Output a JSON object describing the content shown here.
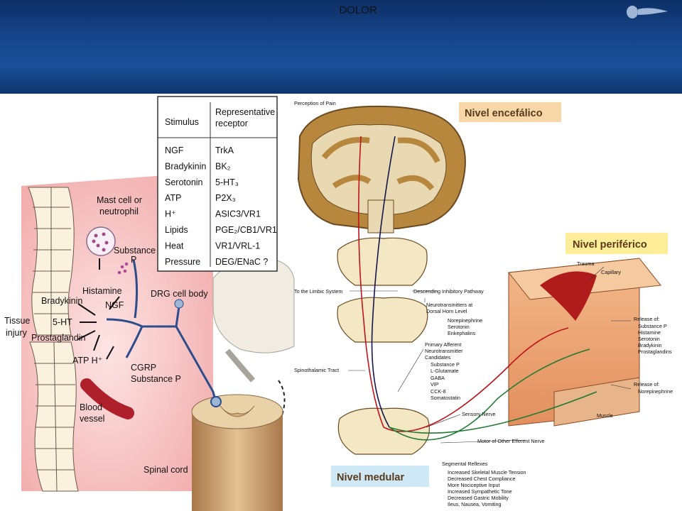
{
  "header": {
    "title": "DOLOR",
    "logo_icon": "company-logo-icon"
  },
  "left": {
    "labels": {
      "mast_cell": "Mast cell or",
      "neutrophil": "neutrophil",
      "substance": "Substance",
      "p": "P",
      "histamine": "Histamine",
      "bradykinin": "Bradykinin",
      "ngf": "NGF",
      "ht": "5-HT",
      "tissue": "Tissue",
      "injury": "injury",
      "prostaglandin": "Prostaglandin",
      "atp_h": "ATP H⁺",
      "cgrp": "CGRP",
      "substance_p": "Substance P",
      "blood": "Blood",
      "vessel": "vessel",
      "drg": "DRG cell body",
      "spinal": "Spinal cord"
    },
    "table": {
      "col1": "Stimulus",
      "col2a": "Representative",
      "col2b": "receptor",
      "rows": [
        {
          "stimulus": "NGF",
          "receptor": "TrkA"
        },
        {
          "stimulus": "Bradykinin",
          "receptor": "BK₂"
        },
        {
          "stimulus": "Serotonin",
          "receptor": "5-HT₃"
        },
        {
          "stimulus": "ATP",
          "receptor": "P2X₃"
        },
        {
          "stimulus": "H⁺",
          "receptor": "ASIC3/VR1"
        },
        {
          "stimulus": "Lipids",
          "receptor": "PGE₂/CB1/VR1"
        },
        {
          "stimulus": "Heat",
          "receptor": "VR1/VRL-1"
        },
        {
          "stimulus": "Pressure",
          "receptor": "DEG/ENaC ?"
        }
      ]
    }
  },
  "right": {
    "levels": {
      "encefalico": "Nivel encefálico",
      "periferico": "Nivel periférico",
      "medular": "Nivel medular"
    },
    "labels": {
      "perception": "Perception of Pain",
      "limbic": "To the Limbic System",
      "descending": "Descending Inhibitory Pathway",
      "neuro1": "Neurotransmitters at",
      "neuro2": "Dorsal Horn Level",
      "norepi": "Norepinephrine",
      "serotonin": "Serotonin",
      "enkeph": "Enkephalins",
      "pa1": "Primary Afferent",
      "pa2": "Neurotransmitter",
      "pa3": "Candidates",
      "pa4": "Substance P",
      "pa5": "L-Glutamate",
      "pa6": "GABA",
      "pa7": "VIP",
      "pa8": "CCK-8",
      "pa9": "Somatostatin",
      "spinothalamic": "Spinothalamic Tract",
      "sensory": "Sensory Nerve",
      "motor": "Motor of Other Efferent Nerve",
      "trauma": "Trauma",
      "capillary": "Capillary",
      "rel1": "Release of:",
      "rel2": "Substance P",
      "rel3": "Histamine",
      "rel4": "Serotonin",
      "rel5": "Bradykinin",
      "rel6": "Prostaglandins",
      "rel7": "Release of:",
      "rel8": "Norepinephrine",
      "muscle": "Muscle",
      "seg1": "Segmental Reflexes",
      "seg2": "Increased Skeletal Muscle Tension",
      "seg3": "Decreased Chest Compliance",
      "seg4": "More Nociceptive Input",
      "seg5": "Increased Sympathetic Tone",
      "seg6": "Decreased Gastric Mobility",
      "seg7": "Ileus, Nausea, Vomiting"
    }
  },
  "colors": {
    "header": "#17488f",
    "level_box": "#f7d7a8",
    "level_box_2": "#ffee99",
    "level_box_3": "#cfe8f5",
    "pathway_red": "#c0141c",
    "pathway_navy": "#14164f",
    "pathway_green": "#1e7a33",
    "tissue_pink": "#f4b3b3"
  }
}
